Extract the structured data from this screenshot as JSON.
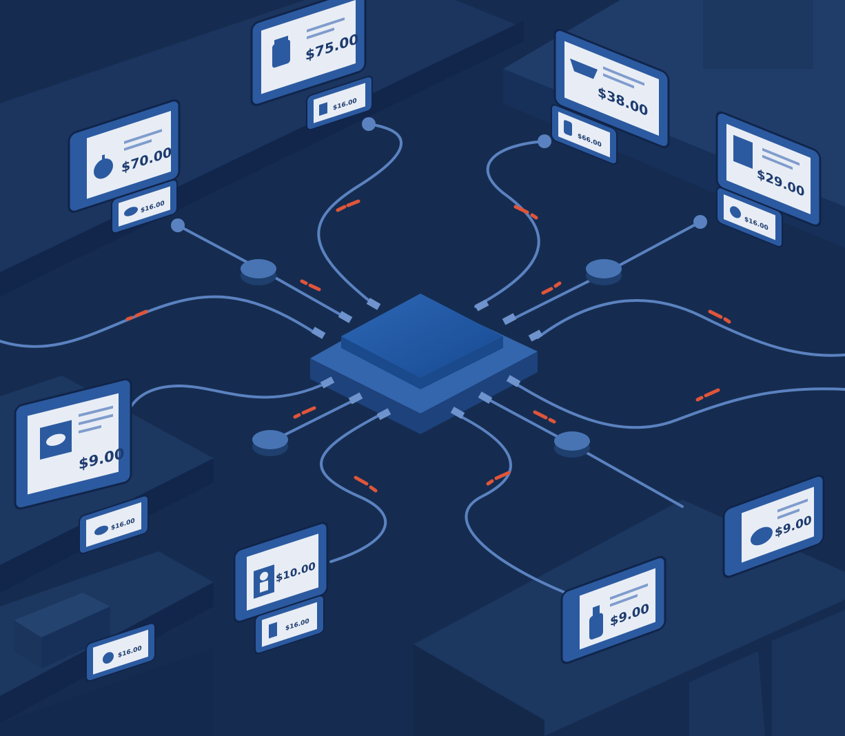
{
  "scene": {
    "colors": {
      "background": "#13284a",
      "floor": "#162d52",
      "shelf_top": "#1e3a66",
      "shelf_side": "#14284a",
      "cable": "#5b82c0",
      "hub": "#2a5698",
      "hub_top": "#1f5aa8",
      "tag_frame": "#2c5aa0",
      "tag_screen": "#e8edf5",
      "tag_icon": "#2c5aa0",
      "signal_dash": "#e0553a"
    },
    "hub": {
      "icon": "central-hub-chip"
    },
    "tags_large": [
      {
        "price": "$75.00",
        "icon": "jar-icon"
      },
      {
        "price": "$70.00",
        "icon": "apple-icon"
      },
      {
        "price": "$38.00",
        "icon": "bowl-icon"
      },
      {
        "price": "$29.00",
        "icon": "box-icon"
      },
      {
        "price": "$9.00",
        "icon": "fish-icon"
      },
      {
        "price": "$10.00",
        "icon": "person-icon"
      },
      {
        "price": "$9.00",
        "icon": "bottle-icon"
      },
      {
        "price": "$9.00",
        "icon": "potato-icon"
      }
    ],
    "tags_small": [
      {
        "price": "$16.00",
        "icon": "jar-icon"
      },
      {
        "price": "$16.00",
        "icon": "fish-icon"
      },
      {
        "price": "$66.00",
        "icon": "bottle-icon"
      },
      {
        "price": "$16.00",
        "icon": "apple-icon"
      },
      {
        "price": "$16.00",
        "icon": "cloud-icon"
      },
      {
        "price": "$16.00",
        "icon": "box-icon"
      },
      {
        "price": "$16.00",
        "icon": "apple-icon"
      }
    ]
  }
}
